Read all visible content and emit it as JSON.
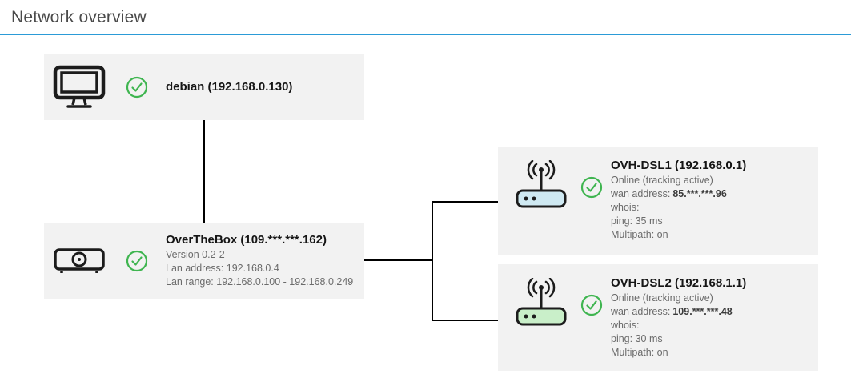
{
  "page": {
    "title": "Network overview"
  },
  "colors": {
    "accent_blue": "#2b9bd7",
    "check_green": "#3fb550",
    "node_bg": "#f2f2f2",
    "connector": "#000000",
    "router_blue": "#cfe9f2",
    "router_green": "#c9efc9"
  },
  "icons": {
    "debian": "computer-monitor-icon",
    "overthebox": "media-box-icon",
    "dsl": "wifi-router-icon",
    "status": "check-circle-icon"
  },
  "nodes": {
    "debian": {
      "title": "debian (192.168.0.130)"
    },
    "overthebox": {
      "title": "OverTheBox (109.***.***.162)",
      "version": "Version 0.2-2",
      "lan_address": "Lan address: 192.168.0.4",
      "lan_range": "Lan range: 192.168.0.100 - 192.168.0.249"
    },
    "dsl1": {
      "title": "OVH-DSL1 (192.168.0.1)",
      "status": "Online (tracking active)",
      "wan_label": "wan address:",
      "wan_value": "85.***.***.96",
      "whois_label": "whois:",
      "ping": "ping: 35 ms",
      "multipath": "Multipath: on"
    },
    "dsl2": {
      "title": "OVH-DSL2 (192.168.1.1)",
      "status": "Online (tracking active)",
      "wan_label": "wan address:",
      "wan_value": "109.***.***.48",
      "whois_label": "whois:",
      "ping": "ping: 30 ms",
      "multipath": "Multipath: on"
    }
  }
}
